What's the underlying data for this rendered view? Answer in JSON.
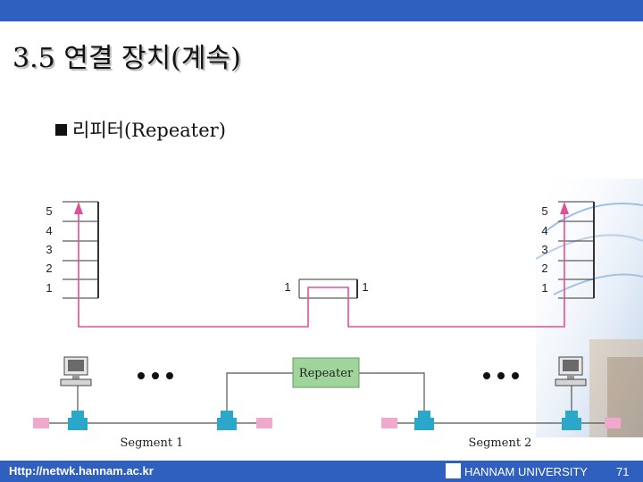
{
  "slide": {
    "title": "3.5 연결 장치(계속)",
    "bullet": "리피터(Repeater)"
  },
  "diagram": {
    "left_stack_layers": [
      "5",
      "4",
      "3",
      "2",
      "1"
    ],
    "right_stack_layers": [
      "5",
      "4",
      "3",
      "2",
      "1"
    ],
    "repeater_layer_left": "1",
    "repeater_layer_right": "1",
    "repeater_label": "Repeater",
    "segment1_label": "Segment 1",
    "segment2_label": "Segment 2",
    "ellipsis": "• • •",
    "colors": {
      "path_line": "#e0509a",
      "repeater_box": "#9fd49a",
      "connector_teal": "#2aa7c9",
      "terminator_pink": "#f0a8cc"
    }
  },
  "footer": {
    "url": "Http://netwk.hannam.ac.kr",
    "university": "HANNAM  UNIVERSITY",
    "page_number": "71"
  }
}
